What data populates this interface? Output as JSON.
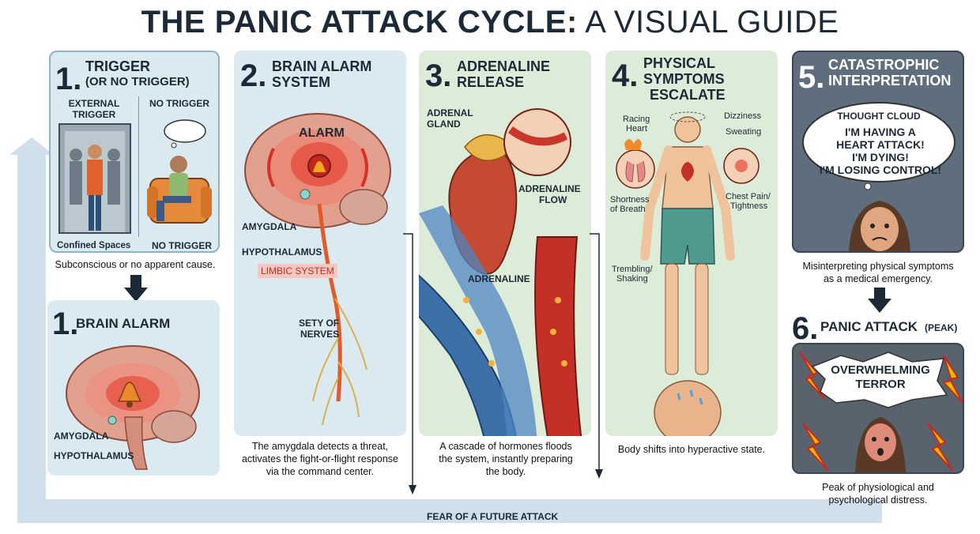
{
  "title": {
    "bold": "THE PANIC ATTACK CYCLE:",
    "light": "A VISUAL GUIDE"
  },
  "step1": {
    "num": "1.",
    "head": "TRIGGER",
    "sub": "(OR NO TRIGGER)",
    "external_label": "EXTERNAL TRIGGER",
    "no_trigger_label": "NO TRIGGER",
    "confined": "Confined Spaces",
    "no_trigger_bottom": "NO TRIGGER",
    "caption": "Subconscious or no apparent cause."
  },
  "step1b": {
    "num": "1.",
    "head": "BRAIN ALARM",
    "amygdala": "AMYGDALA",
    "hypothalamus": "HYPOTHALAMUS"
  },
  "step2": {
    "num": "2.",
    "head_line1": "BRAIN ALARM",
    "head_line2": "SYSTEM",
    "alarm": "ALARM",
    "amygdala": "AMYGDALA",
    "hypothalamus": "HYPOTHALAMUS",
    "limbic": "LIMBIC SYSTEM",
    "nerves_line1": "SETY OF",
    "nerves_line2": "NERVES",
    "caption_line1": "The amygdala detects a threat,",
    "caption_line2": "activates the fight-or-flight response",
    "caption_line3": "via the command center."
  },
  "step3": {
    "num": "3.",
    "head_line1": "ADRENALINE",
    "head_line2": "RELEASE",
    "gland_line1": "ADRENAL",
    "gland_line2": "GLAND",
    "flow_line1": "ADRENALINE",
    "flow_line2": "FLOW",
    "adrenaline": "ADRENALINE",
    "caption_line1": "A cascade of hormones floods",
    "caption_line2": "the system, instantly preparing",
    "caption_line3": "the body."
  },
  "step4": {
    "num": "4.",
    "head_line1": "PHYSICAL",
    "head_line2": "SYMPTOMS",
    "head_line3": "ESCALATE",
    "racing_line1": "Racing",
    "racing_line2": "Heart",
    "dizziness": "Dizziness",
    "sweating": "Sweating",
    "short_line1": "Shortness",
    "short_line2": "of Breath",
    "chest_line1": "Chest Pain/",
    "chest_line2": "Tightness",
    "tremble_line1": "Trembling/",
    "tremble_line2": "Shaking",
    "caption": "Body shifts into hyperactive state."
  },
  "step5": {
    "num": "5.",
    "head_line1": "CATASTROPHIC",
    "head_line2": "INTERPRETATION",
    "cloud_title": "THOUGHT CLOUD",
    "thought1": "I'M HAVING A",
    "thought2": "HEART ATTACK!",
    "thought3": "I'M DYING!",
    "thought4": "I'M LOSING CONTROL!",
    "caption_line1": "Misinterpreting physical symptoms",
    "caption_line2": "as a medical emergency."
  },
  "step6": {
    "num": "6.",
    "head": "PANIC ATTACK",
    "peak": "(PEAK)",
    "terror_line1": "OVERWHELMING",
    "terror_line2": "TERROR",
    "caption_line1": "Peak of physiological and",
    "caption_line2": "psychological distress."
  },
  "loop": {
    "label": "FEAR OF A FUTURE ATTACK"
  },
  "colors": {
    "panel_blue": "#dbe9f1",
    "panel_green": "#ddebd9",
    "dark": "#1b2a36",
    "red": "#d73027",
    "loop": "#cfe0ea"
  }
}
